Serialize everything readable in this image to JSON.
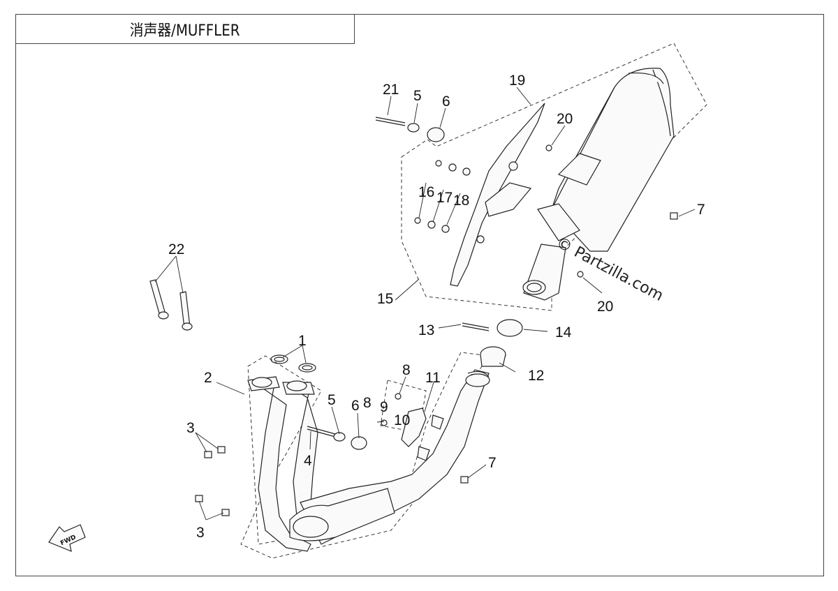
{
  "title": "消声器/MUFFLER",
  "watermark": "© Partzilla.com",
  "direction_arrow": "FWD",
  "callouts": [
    "1",
    "2",
    "3",
    "3",
    "4",
    "5",
    "5",
    "6",
    "6",
    "7",
    "7",
    "8",
    "8",
    "9",
    "10",
    "11",
    "12",
    "13",
    "14",
    "15",
    "16",
    "17",
    "18",
    "19",
    "20",
    "20",
    "21",
    "22"
  ]
}
